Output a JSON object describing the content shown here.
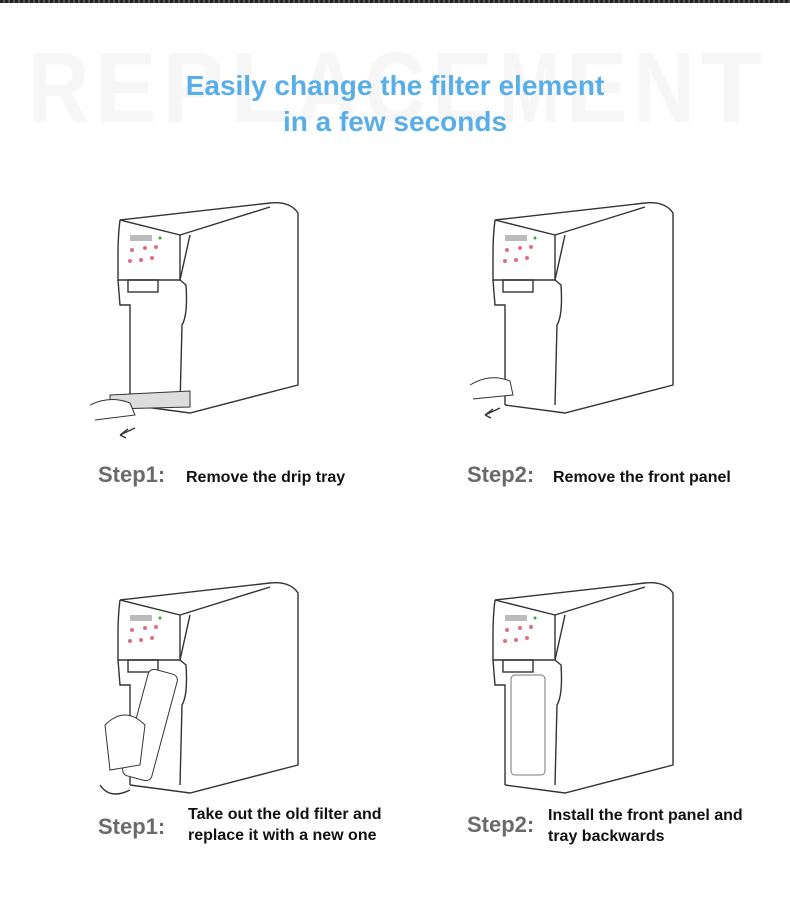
{
  "watermark": "REPLACEMENT",
  "title": {
    "line1": "Easily change the filter element",
    "line2": "in a few seconds",
    "color": "#5aaee8"
  },
  "steps": [
    {
      "label": "Step1:",
      "text": "Remove the drip tray"
    },
    {
      "label": "Step2:",
      "text": "Remove the front panel"
    },
    {
      "label": "Step1:",
      "text_line1": "Take out the old filter and",
      "text_line2": "replace it with a new one"
    },
    {
      "label": "Step2:",
      "text_line1": "Install the front panel and",
      "text_line2": "tray backwards"
    }
  ]
}
